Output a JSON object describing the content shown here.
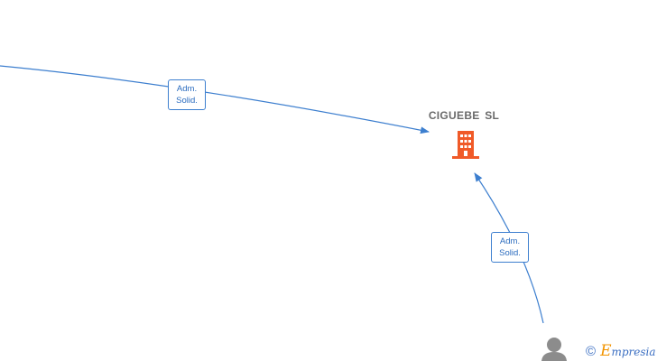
{
  "company": {
    "name": "CIGUEBE  SL"
  },
  "relations": [
    {
      "line1": "Adm.",
      "line2": "Solid."
    },
    {
      "line1": "Adm.",
      "line2": "Solid."
    }
  ],
  "footer": {
    "copyright_symbol": "©",
    "brand_initial": "E",
    "brand_rest": "mpresia"
  },
  "colors": {
    "edge": "#3d7fcf",
    "building": "#f05a28",
    "person": "#8c8c8c",
    "brand_orange": "#f29400",
    "brand_blue": "#3a6ec2"
  },
  "icons": {
    "company": "building-icon",
    "person": "person-icon"
  }
}
